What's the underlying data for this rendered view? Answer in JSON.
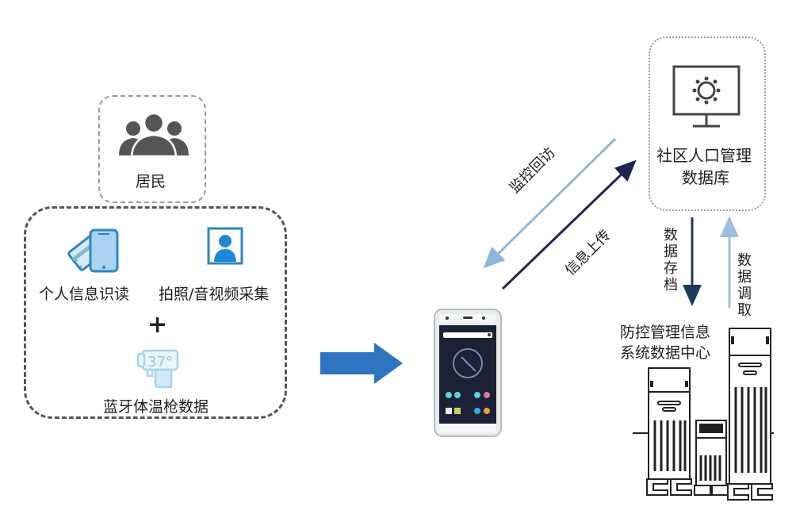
{
  "nodes": {
    "resident": {
      "label": "居民",
      "icon": "people-icon"
    },
    "id_read": {
      "label": "个人信息识读",
      "icon": "id-card-phone-icon"
    },
    "photo_av": {
      "label": "拍照/音视频采集",
      "icon": "portrait-icon"
    },
    "plus": "+",
    "thermometer": {
      "label": "蓝牙体温枪数据",
      "icon": "thermometer-gun-icon",
      "reading": "37°"
    },
    "terminal": {
      "icon": "handheld-terminal-icon"
    },
    "community_db": {
      "label_line1": "社区人口管理",
      "label_line2": "数据库",
      "icon": "monitor-gear-icon"
    },
    "data_center": {
      "label_line1": "防控管理信息",
      "label_line2": "系统数据中心",
      "icon": "server-rack-icon"
    }
  },
  "edges": {
    "monitor_visit": {
      "label": "监控回访",
      "color": "#8fb8d8"
    },
    "info_upload": {
      "label": "信息上传",
      "color": "#1c2550"
    },
    "data_archive": {
      "label": "数据存档",
      "color": "#1e3a5a"
    },
    "data_retrieve": {
      "label": "数据调取",
      "color": "#9cc0e0"
    },
    "to_terminal": {
      "color": "#2f74c0"
    }
  }
}
